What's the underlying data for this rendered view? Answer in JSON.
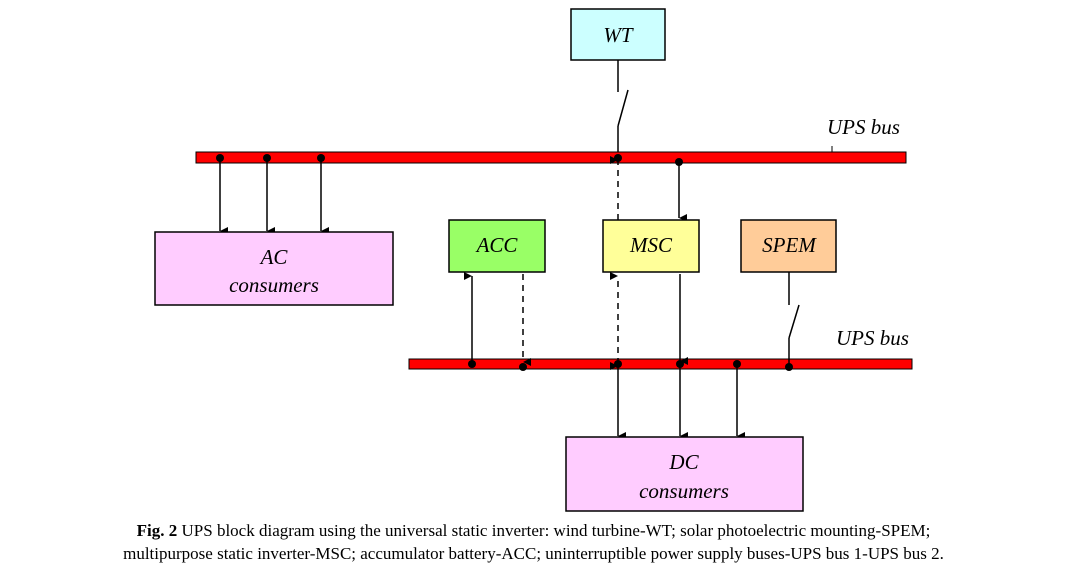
{
  "diagram": {
    "bus_upper_label": "UPS bus",
    "bus_lower_label": "UPS bus",
    "blocks": {
      "wt": {
        "label": "WT",
        "color": "#ccffff"
      },
      "acc": {
        "label": "ACC",
        "color": "#99ff66"
      },
      "msc": {
        "label": "MSC",
        "color": "#ffff99"
      },
      "spem": {
        "label": "SPEM",
        "color": "#ffcc99"
      },
      "ac_consumers": {
        "line1": "AC",
        "line2": "consumers",
        "color": "#ffccff"
      },
      "dc_consumers": {
        "line1": "DC",
        "line2": "consumers",
        "color": "#ffccff"
      }
    },
    "bus_color": "#ff0000"
  },
  "caption": {
    "figure_number": "Fig. 2",
    "line1": "UPS block diagram using the universal static inverter: wind turbine-WT; solar photoelectric mounting-SPEM;",
    "line2": "multipurpose static inverter-MSC; accumulator battery-ACC; uninterruptible power supply buses-UPS bus 1-UPS bus 2."
  }
}
